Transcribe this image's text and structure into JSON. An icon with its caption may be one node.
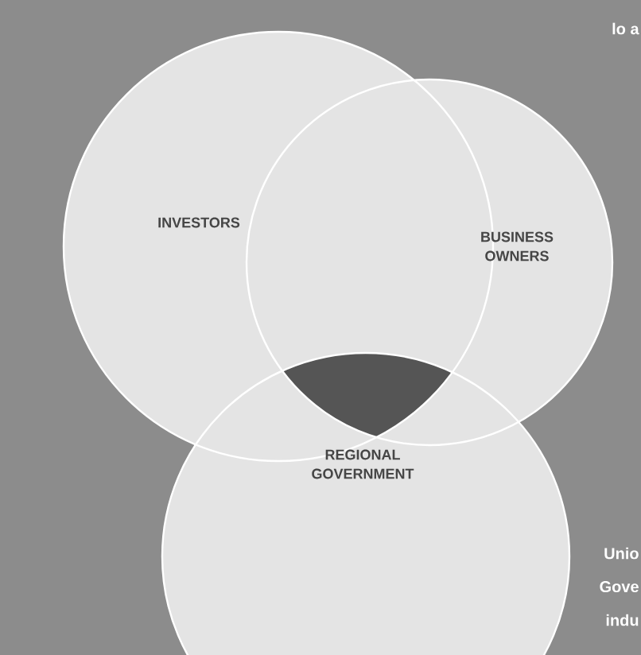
{
  "diagram": {
    "nodes": [
      {
        "text": [
          "INVESTORS"
        ]
      },
      {
        "text": [
          "BUSINESS OWNERS"
        ]
      },
      {
        "text": [
          "REGIONAL GOVERNMENT"
        ]
      }
    ],
    "labels": [
      "lo a",
      "Unio",
      "Gove",
      "indu"
    ]
  }
}
